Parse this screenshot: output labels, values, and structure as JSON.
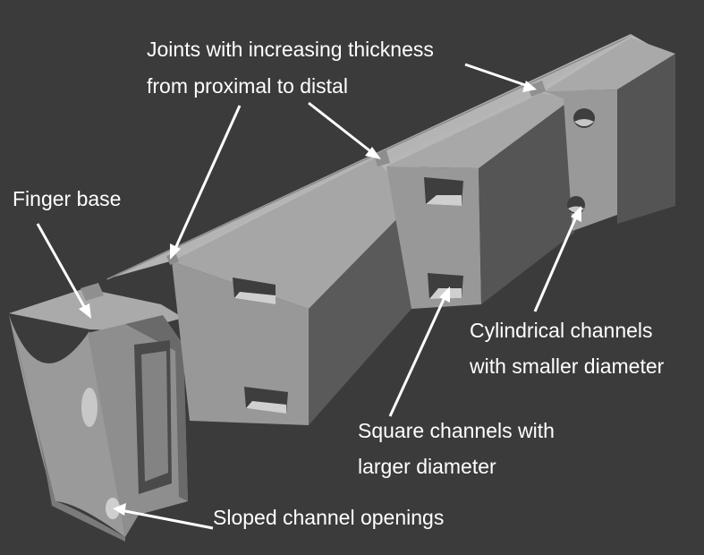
{
  "annotations": {
    "joints": {
      "line1": "Joints with increasing thickness",
      "line2": "from proximal to distal"
    },
    "finger_base": "Finger base",
    "cylindrical": {
      "line1": "Cylindrical channels",
      "line2": "with smaller diameter"
    },
    "square": {
      "line1": "Square channels with",
      "line2": "larger diameter"
    },
    "sloped": "Sloped channel openings"
  },
  "colors": {
    "background": "#3b3b3b",
    "face_top": "#b2b2b2",
    "face_front": "#969696",
    "face_side": "#555555",
    "channel": "#3d3d3d",
    "annotation": "#ffffff"
  }
}
